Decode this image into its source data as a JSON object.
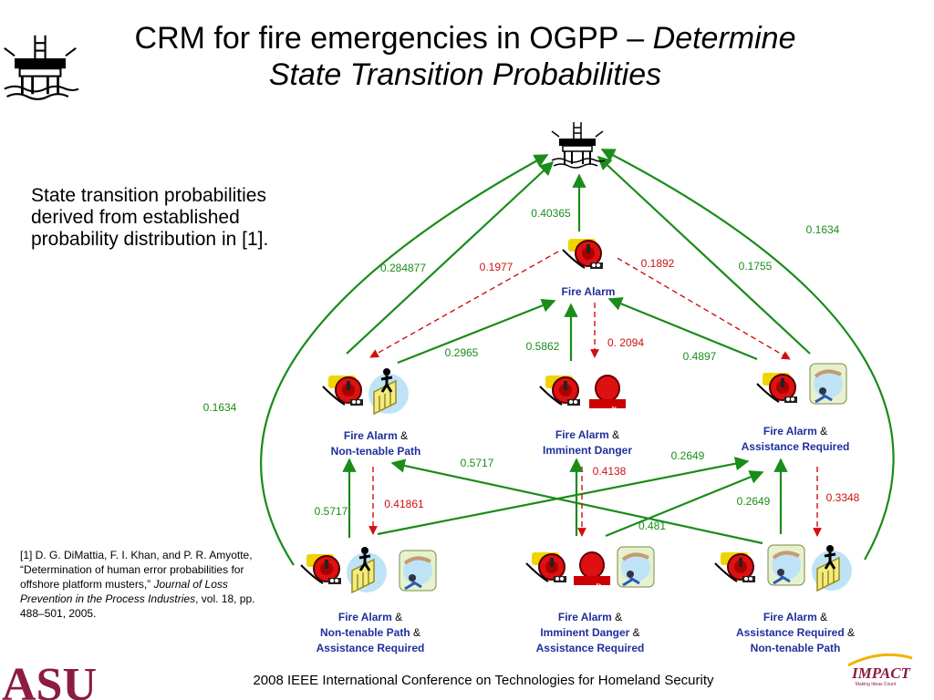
{
  "slide": {
    "title_main": "CRM for fire emergencies in OGPP – ",
    "title_italic_1": "Determine",
    "title_italic_2": "State Transition Probabilities",
    "description": "State transition probabilities derived from established probability distribution in [1].",
    "reference": {
      "pre": "[1]  D. G. DiMattia, F. I. Khan, and P. R. Amyotte, “Determination of human error probabilities for offshore platform musters,” ",
      "journal": "Journal of Loss Prevention in the Process Industries",
      "post": ", vol. 18, pp. 488–501, 2005."
    },
    "footer": "2008 IEEE International Conference on Technologies for Homeland Security",
    "asu_logo": "ASU",
    "impact_logo": "IMPACT",
    "impact_sub": "Making Ideas Count"
  },
  "colors": {
    "green": "#1a8c1a",
    "red": "#d01010",
    "label_blue": "#1f2f9c"
  },
  "icons": [
    "oil-platform-icon",
    "fire-alarm-icon",
    "maze-path-icon",
    "fallen-person-help-icon",
    "danger-siren-icon"
  ],
  "danger_label": "Danger!",
  "nodes": {
    "n1": {
      "parts": [
        "Fire Alarm"
      ]
    },
    "n2": {
      "parts": [
        "Fire Alarm",
        "Non-tenable Path"
      ]
    },
    "n3": {
      "parts": [
        "Fire Alarm",
        "Imminent Danger"
      ]
    },
    "n4": {
      "parts": [
        "Fire Alarm",
        "Assistance Required"
      ]
    },
    "n5": {
      "parts": [
        "Fire Alarm",
        "Non-tenable Path",
        "Assistance Required"
      ]
    },
    "n6": {
      "parts": [
        "Fire Alarm",
        "Imminent Danger",
        "Assistance Required"
      ]
    },
    "n7": {
      "parts": [
        "Fire Alarm",
        "Assistance Required",
        "Non-tenable Path"
      ]
    }
  },
  "amp": "&",
  "transitions": [
    {
      "from": "n1",
      "to": "platform",
      "p": "0.40365",
      "color": "green"
    },
    {
      "from": "n1",
      "to": "n2",
      "p": "0.1977",
      "color": "red"
    },
    {
      "from": "n1",
      "to": "n4",
      "p": "0.1892",
      "color": "red"
    },
    {
      "from": "n1",
      "to": "n3",
      "p": "0. 2094",
      "color": "red"
    },
    {
      "from": "n2",
      "to": "platform",
      "p": "0.284877",
      "color": "green"
    },
    {
      "from": "n2",
      "to": "n1",
      "p": "0.2965",
      "color": "green"
    },
    {
      "from": "n3",
      "to": "n1",
      "p": "0.5862",
      "color": "green"
    },
    {
      "from": "n4",
      "to": "n1",
      "p": "0.4897",
      "color": "green"
    },
    {
      "from": "n4",
      "to": "platform",
      "p": "0.1755",
      "color": "green"
    },
    {
      "from": "n7",
      "to": "platform",
      "p": "0.1634",
      "color": "green"
    },
    {
      "from": "n5",
      "to": "platform",
      "p": "0.1634",
      "color": "green"
    },
    {
      "from": "n5",
      "to": "n2",
      "p": "0.5717",
      "color": "green"
    },
    {
      "from": "n2",
      "to": "n5",
      "p": "0.41861",
      "color": "red"
    },
    {
      "from": "n7",
      "to": "n2",
      "p": "0.5717",
      "color": "green"
    },
    {
      "from": "n5",
      "to": "n4",
      "p": "0.2649",
      "color": "green"
    },
    {
      "from": "n3",
      "to": "n6",
      "p": "0.4138",
      "color": "red"
    },
    {
      "from": "n6",
      "to": "n4",
      "p": "0.2649",
      "color": "green"
    },
    {
      "from": "n6",
      "to": "n2",
      "p": "0.481",
      "color": "green"
    },
    {
      "from": "n7",
      "to": "n4",
      "p": "0.2649",
      "color": "green"
    },
    {
      "from": "n4",
      "to": "n7",
      "p": "0.3348",
      "color": "red"
    }
  ]
}
